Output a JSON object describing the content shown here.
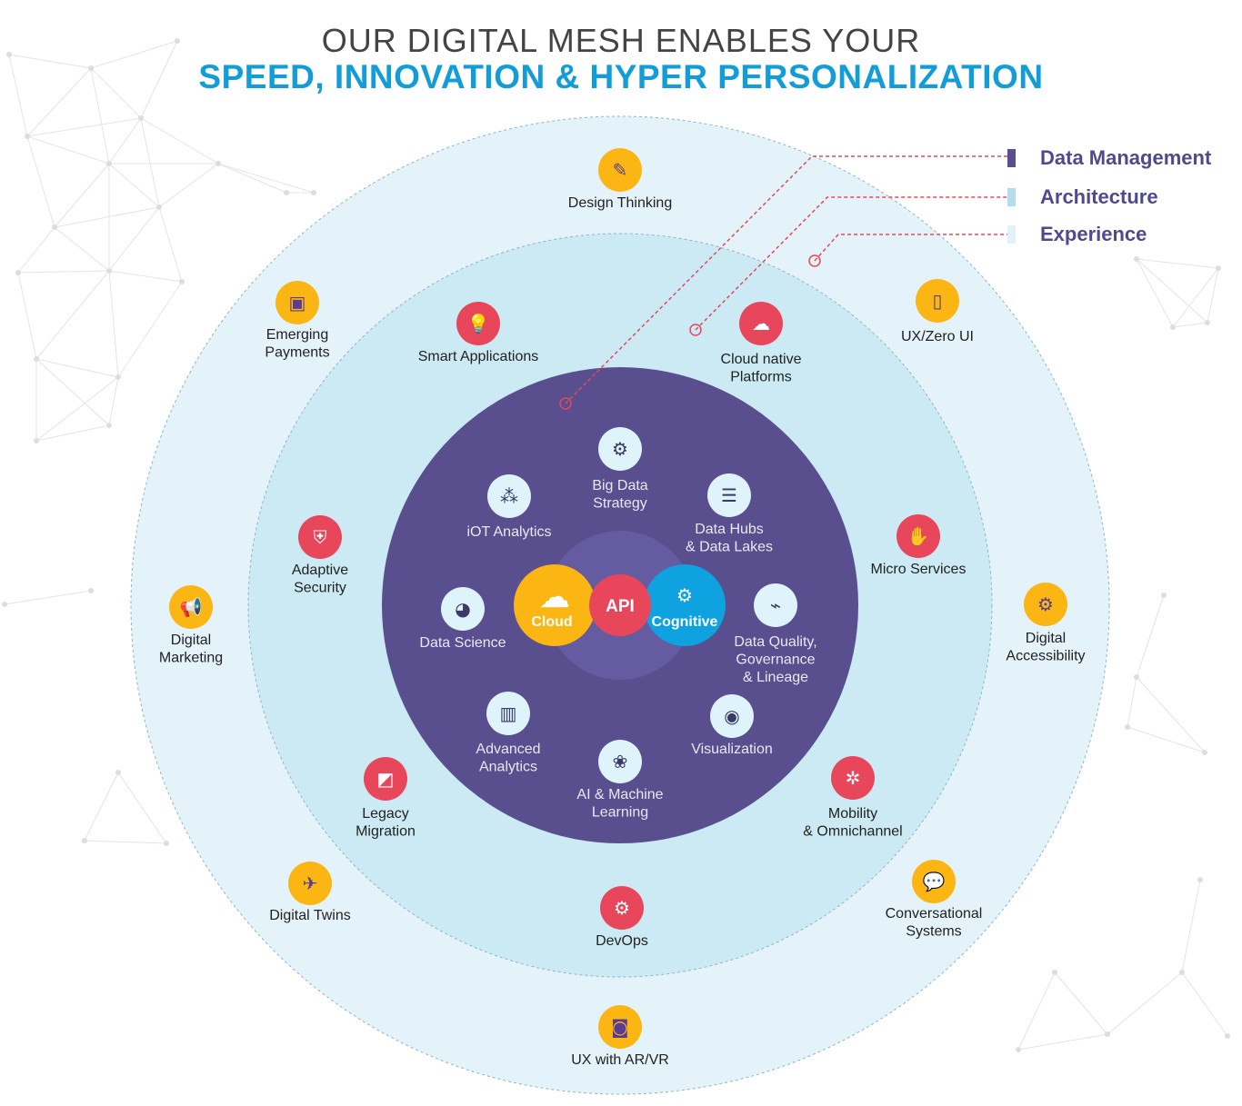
{
  "title": {
    "line1": "OUR DIGITAL MESH ENABLES YOUR",
    "line2": "SPEED, INNOVATION & HYPER PERSONALIZATION"
  },
  "colors": {
    "outer_ring": "#e3f3f9",
    "middle_ring": "#cbeaf4",
    "core": "#594f8f",
    "core_inner": "#655ba0",
    "outer_icon": "#fbb614",
    "middle_icon": "#e8475b",
    "inner_icon": "#dff3fb",
    "cloud": "#fbb614",
    "api": "#e8475b",
    "cognitive": "#0ea3e0",
    "legend_line": "#e8475b"
  },
  "legend": [
    {
      "label": "Data Management",
      "color": "#594f8f"
    },
    {
      "label": "Architecture",
      "color": "#b4dcea"
    },
    {
      "label": "Experience",
      "color": "#e3f1f8"
    }
  ],
  "center": {
    "cloud": "Cloud",
    "api": "API",
    "cognitive": "Cognitive",
    "cloud_icon": "cloud-icon",
    "cognitive_icon": "lightbulb-gear-icon"
  },
  "outer_items": [
    {
      "lines": [
        "Design Thinking"
      ],
      "icon": "pencil-icon"
    },
    {
      "lines": [
        "Emerging",
        "Payments"
      ],
      "icon": "payment-card-icon"
    },
    {
      "lines": [
        "UX/Zero UI"
      ],
      "icon": "mobile-icon"
    },
    {
      "lines": [
        "Digital",
        "Marketing"
      ],
      "icon": "megaphone-icon"
    },
    {
      "lines": [
        "Digital",
        "Accessibility"
      ],
      "icon": "person-gear-icon"
    },
    {
      "lines": [
        "Digital Twins"
      ],
      "icon": "airplane-icon"
    },
    {
      "lines": [
        "Conversational",
        "Systems"
      ],
      "icon": "chat-bubbles-icon"
    },
    {
      "lines": [
        "UX with AR/VR"
      ],
      "icon": "vr-headset-icon"
    }
  ],
  "middle_items": [
    {
      "lines": [
        "Smart Applications"
      ],
      "icon": "lightbulb-icon"
    },
    {
      "lines": [
        "Cloud native",
        "Platforms"
      ],
      "icon": "cloud-icon"
    },
    {
      "lines": [
        "Adaptive",
        "Security"
      ],
      "icon": "shield-icon"
    },
    {
      "lines": [
        "Micro Services"
      ],
      "icon": "hand-icon"
    },
    {
      "lines": [
        "Legacy",
        "Migration"
      ],
      "icon": "migration-icon"
    },
    {
      "lines": [
        "Mobility",
        "& Omnichannel"
      ],
      "icon": "network-icon"
    },
    {
      "lines": [
        "DevOps"
      ],
      "icon": "gear-icon"
    }
  ],
  "inner_items": [
    {
      "lines": [
        "Big Data",
        "Strategy"
      ],
      "icon": "head-gears-icon"
    },
    {
      "lines": [
        "iOT Analytics"
      ],
      "icon": "iot-nodes-icon"
    },
    {
      "lines": [
        "Data Hubs",
        "& Data Lakes"
      ],
      "icon": "server-icon"
    },
    {
      "lines": [
        "Data Science"
      ],
      "icon": "pie-chart-icon"
    },
    {
      "lines": [
        "Data Quality,",
        "Governance",
        "& Lineage"
      ],
      "icon": "monitor-pulse-icon"
    },
    {
      "lines": [
        "Advanced",
        "Analytics"
      ],
      "icon": "bar-chart-icon"
    },
    {
      "lines": [
        "Visualization"
      ],
      "icon": "eye-icon"
    },
    {
      "lines": [
        "AI & Machine",
        "Learning"
      ],
      "icon": "brain-icon"
    }
  ]
}
